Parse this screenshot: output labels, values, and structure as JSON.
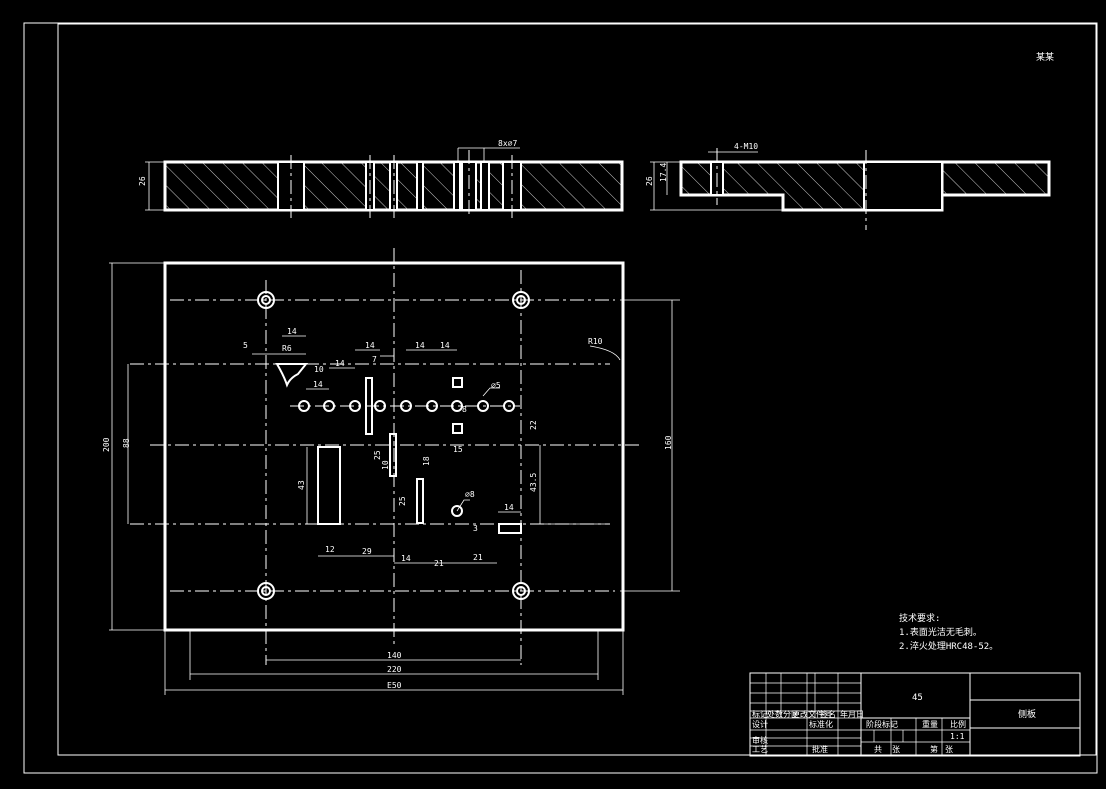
{
  "corner_mark": "某某",
  "section1": {
    "dims": [
      "8x⌀7",
      "26"
    ]
  },
  "section2": {
    "dims": [
      "4-M10",
      "26",
      "17.4"
    ]
  },
  "plan": {
    "dims": {
      "d14a": "14",
      "d5": "5",
      "dR6": "R6",
      "d10a": "10",
      "d14b": "14",
      "d14c": "14",
      "d14d": "14",
      "d7": "7",
      "d14e": "14",
      "d14f": "14",
      "dR10": "R10",
      "dphi5": "⌀5",
      "d8": "8",
      "d22": "22",
      "d15": "15",
      "d25a": "25",
      "d10b": "10",
      "d18": "18",
      "d25b": "25",
      "d43": "43",
      "dphi8": "⌀8",
      "d43_5": "43.5",
      "d14g": "14",
      "d3": "3",
      "d12": "12",
      "d29": "29",
      "d14h": "14",
      "d21a": "21",
      "d21b": "21",
      "d200": "200",
      "d88": "88",
      "d160": "160",
      "d140": "140",
      "d220": "220",
      "d250": "E50"
    }
  },
  "notes": {
    "title": "技术要求:",
    "lines": [
      "1.表面光洁无毛刺。",
      "2.淬火处理HRC48-52。"
    ]
  },
  "titleblock": {
    "material": "45",
    "name": "侧板",
    "small": [
      "标记",
      "处数",
      "分区",
      "更改文件号",
      "签名",
      "年月日",
      "设计",
      "标准化",
      "审核",
      "工艺",
      "批准",
      "阶段标记",
      "重量",
      "比例",
      "共",
      "张",
      "第",
      "张",
      "1:1"
    ]
  }
}
